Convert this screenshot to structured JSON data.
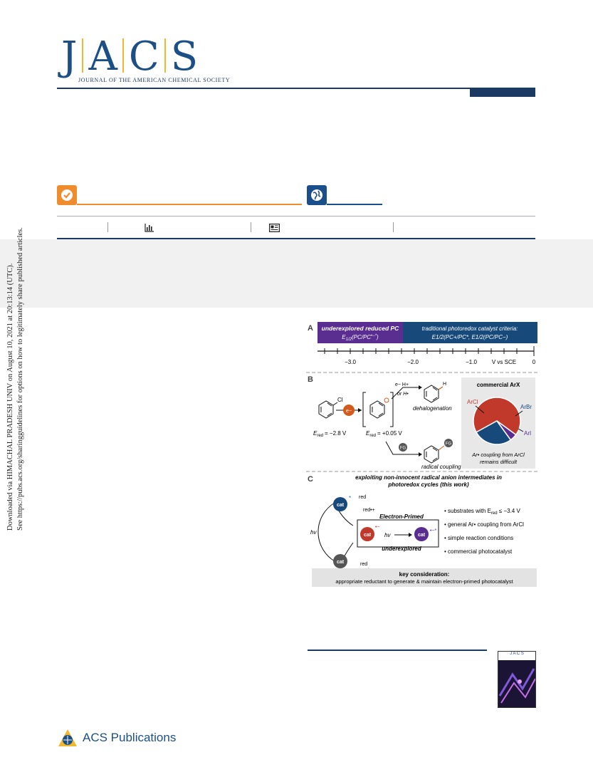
{
  "header": {
    "logo_letters": [
      "J",
      "A",
      "C",
      "S"
    ],
    "journal_name": "JOURNAL OF THE AMERICAN CHEMICAL SOCIETY"
  },
  "sidebar": {
    "line1": "Downloaded via HIMACHAL PRADESH UNIV on August 10, 2021 at 20:13:14 (UTC).",
    "line2": "See https://pubs.acs.org/sharingguidelines for options on how to legitimately share published articles."
  },
  "figure": {
    "panel_a": {
      "label": "A",
      "left_title": "underexplored reduced PC",
      "left_formula_pre": "E",
      "left_formula_sub": "1/2",
      "left_formula_post": "(PC/PC",
      "left_formula_sup": "•−*",
      "left_formula_end": ")",
      "right_title": "traditional photoredox catalyst criteria:",
      "right_formula": "E1/2(PC+/PC*, E1/2(PC/PC−)",
      "ticks": [
        "−3.0",
        "−2.0",
        "−1.0",
        "V vs SCE",
        "0"
      ]
    },
    "panel_b": {
      "label": "B",
      "cl": "Cl",
      "e_minus": "e−",
      "red_left": "= −2.8 V",
      "red_right": "= +0.05 V",
      "e_red_label": "E",
      "red_sub": "red",
      "reagent_top": "e−   H+",
      "reagent_or": "or   H•",
      "h": "H",
      "dehalogenation": "dehalogenation",
      "fg": "FG",
      "radical_coupling": "radical coupling",
      "pie_title": "commercial ArX",
      "pie_labels": [
        "ArCl",
        "ArBr",
        "ArI"
      ],
      "pie_caption_1": "Ar• coupling from ArCl",
      "pie_caption_2": "remains difficult"
    },
    "panel_c": {
      "label": "C",
      "title_1": "exploiting non-innocent radical anion intermediates in",
      "title_2": "photoredox cycles (this work)",
      "cat": "cat",
      "red": "red",
      "red_cation": "red•+",
      "hv": "hv",
      "electron_primed": "Electron-Primed",
      "underexplored": "underexplored",
      "bullets": [
        "• substrates with E",
        "• general Ar• coupling from ArCl",
        "• simple reaction conditions",
        "• commercial photocatalyst"
      ],
      "bullet1_sub": "red",
      "bullet1_end": " ≤ −3.4 V",
      "key_title": "key consideration:",
      "key_text": "appropriate reductant to generate & maintain electron-primed photocatalyst"
    }
  },
  "footer": {
    "publisher": "ACS Publications",
    "cover_label": "J A C S"
  },
  "colors": {
    "brand_blue": "#1b4f86",
    "gold": "#f0b72f",
    "orange": "#ef8d2e",
    "purple": "#5a2d91",
    "navy": "#17497a",
    "red": "#c0392b"
  },
  "chart_data": {
    "type": "pie",
    "title": "commercial ArX",
    "labels": [
      "ArCl",
      "ArBr",
      "ArI"
    ],
    "values": [
      68,
      27,
      5
    ]
  }
}
